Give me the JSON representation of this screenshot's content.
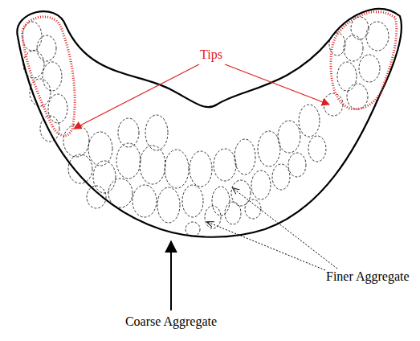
{
  "diagram": {
    "labels": [
      "Tips",
      "Finer Aggregate",
      "Coarse Aggregate"
    ]
  }
}
